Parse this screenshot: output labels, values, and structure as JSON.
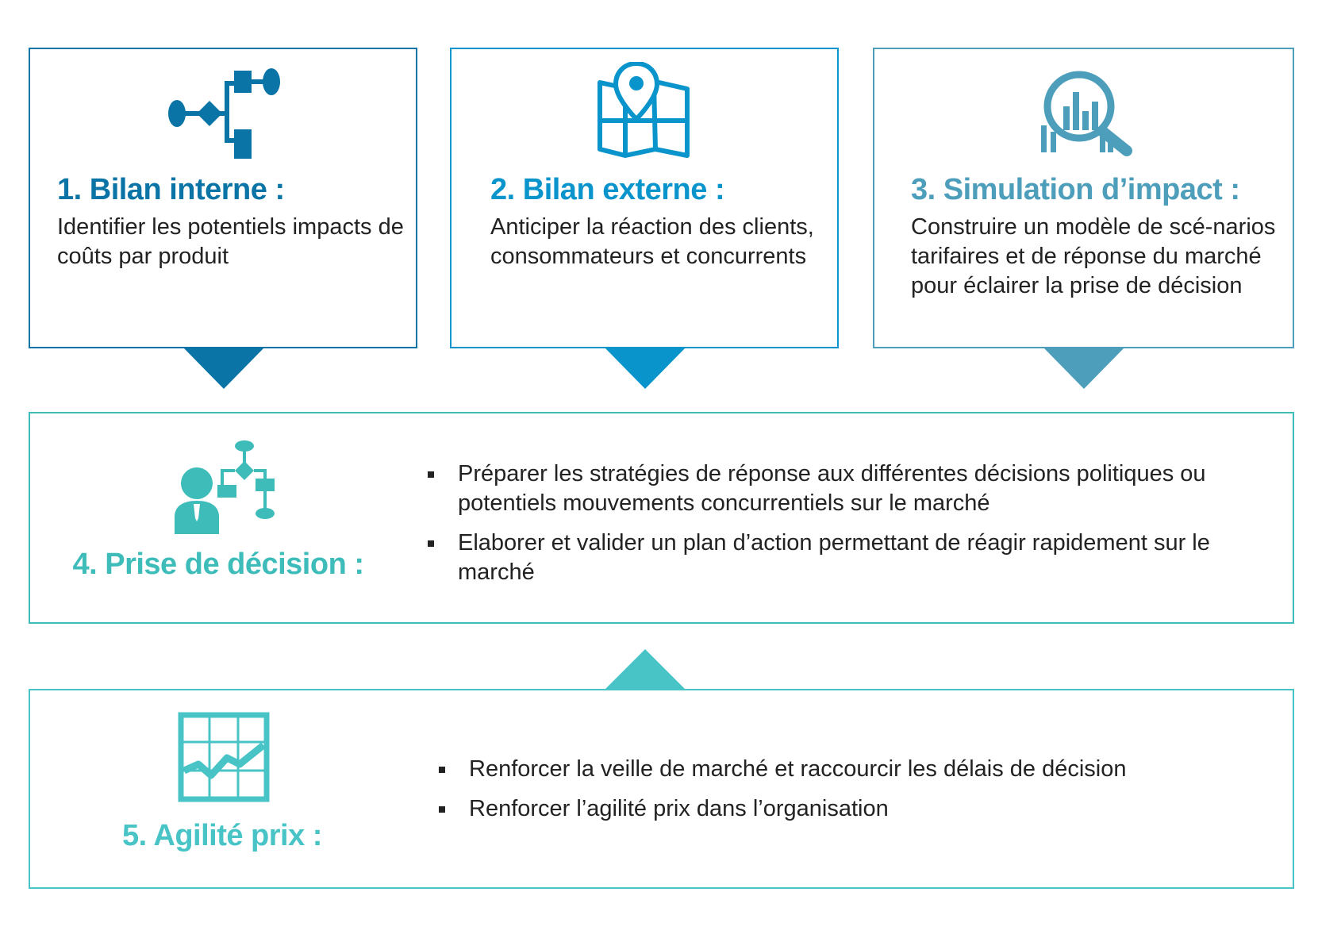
{
  "colors": {
    "step1": "#0b74a6",
    "step2": "#0a94cc",
    "step3": "#4d9ebb",
    "step4": "#3dbcba",
    "step5": "#48c4c7"
  },
  "steps": [
    {
      "icon": "flowchart-icon",
      "title": "1. Bilan interne :",
      "description": "Identifier les potentiels impacts de coûts par produit"
    },
    {
      "icon": "map-pin-icon",
      "title": "2. Bilan externe :",
      "description": "Anticiper la réaction des clients, consommateurs et concurrents"
    },
    {
      "icon": "magnifier-chart-icon",
      "title": "3. Simulation d’impact :",
      "description": "Construire un modèle de scé-narios tarifaires et de réponse du marché pour éclairer la prise de décision"
    }
  ],
  "decision": {
    "icon": "person-flowchart-icon",
    "title": "4. Prise de décision :",
    "bullets": [
      "Préparer les stratégies de réponse aux différentes décisions politiques ou potentiels mouvements concurrentiels sur le marché",
      "Elaborer et valider un plan d’action permettant de réagir rapidement sur le marché"
    ]
  },
  "agility": {
    "icon": "growth-chart-icon",
    "title": "5. Agilité prix :",
    "bullets": [
      "Renforcer la veille de marché et raccourcir les délais de décision",
      "Renforcer l’agilité prix dans l’organisation"
    ]
  }
}
